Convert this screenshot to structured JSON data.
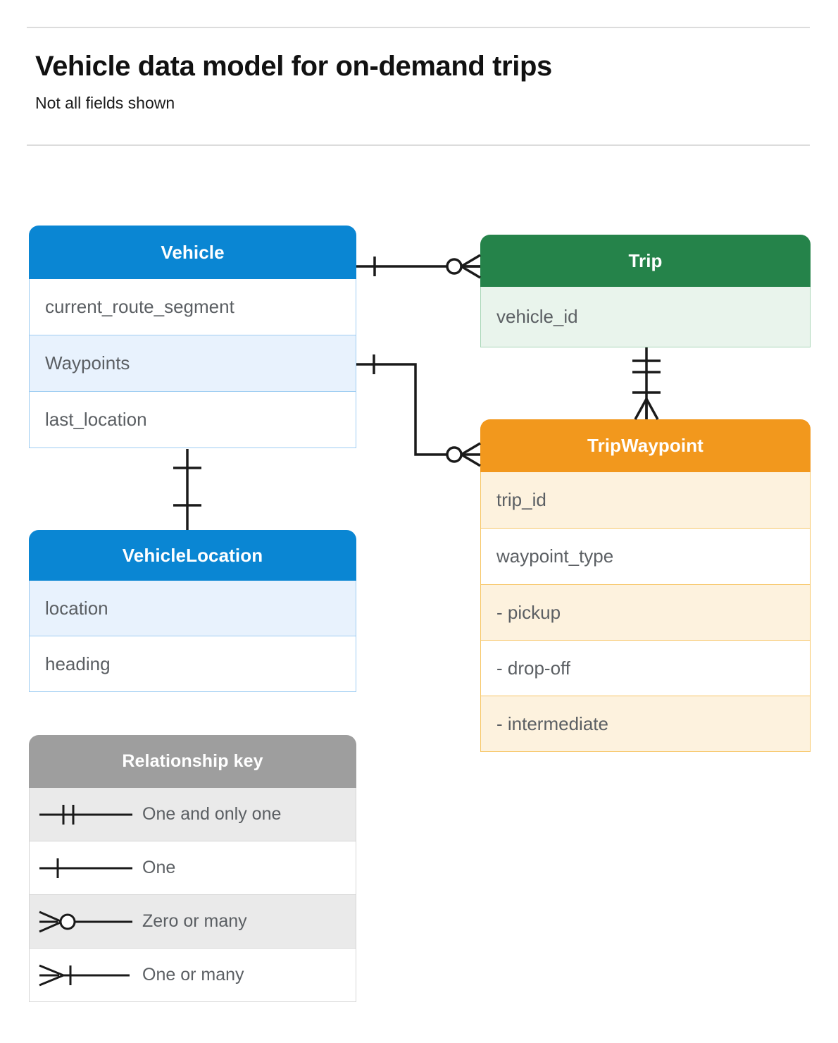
{
  "header": {
    "title": "Vehicle data model for on-demand trips",
    "subtitle": "Not all fields shown"
  },
  "entities": {
    "vehicle": {
      "name": "Vehicle",
      "color": "#0a86d3",
      "fields": [
        {
          "label": "current_route_segment",
          "highlight": false
        },
        {
          "label": "Waypoints",
          "highlight": true
        },
        {
          "label": "last_location",
          "highlight": false
        }
      ]
    },
    "vehicle_location": {
      "name": "VehicleLocation",
      "color": "#0a86d3",
      "fields": [
        {
          "label": "location",
          "highlight": true
        },
        {
          "label": "heading",
          "highlight": false
        }
      ]
    },
    "trip": {
      "name": "Trip",
      "color": "#25834a",
      "fields": [
        {
          "label": "vehicle_id",
          "highlight": true
        }
      ]
    },
    "trip_waypoint": {
      "name": "TripWaypoint",
      "color": "#f2981d",
      "fields": [
        {
          "label": "trip_id",
          "highlight": true
        },
        {
          "label": "waypoint_type",
          "highlight": false
        },
        {
          "label": "-  pickup",
          "highlight": true
        },
        {
          "label": "-  drop-off",
          "highlight": false
        },
        {
          "label": "-  intermediate",
          "highlight": true
        }
      ]
    }
  },
  "legend": {
    "title": "Relationship key",
    "rows": [
      {
        "symbol": "one-and-only-one-symbol",
        "label": "One and only one"
      },
      {
        "symbol": "one-symbol",
        "label": "One"
      },
      {
        "symbol": "zero-or-many-symbol",
        "label": "Zero or many"
      },
      {
        "symbol": "one-or-many-symbol",
        "label": "One or many"
      }
    ]
  },
  "relationships": [
    {
      "from": "Vehicle",
      "to": "Trip",
      "from_cardinality": "One",
      "to_cardinality": "Zero or many"
    },
    {
      "from": "Vehicle.Waypoints",
      "to": "TripWaypoint",
      "from_cardinality": "One",
      "to_cardinality": "Zero or many"
    },
    {
      "from": "Vehicle",
      "to": "VehicleLocation",
      "from_cardinality": "One",
      "to_cardinality": "One"
    },
    {
      "from": "Trip",
      "to": "TripWaypoint",
      "from_cardinality": "One and only one",
      "to_cardinality": "One or many"
    }
  ]
}
